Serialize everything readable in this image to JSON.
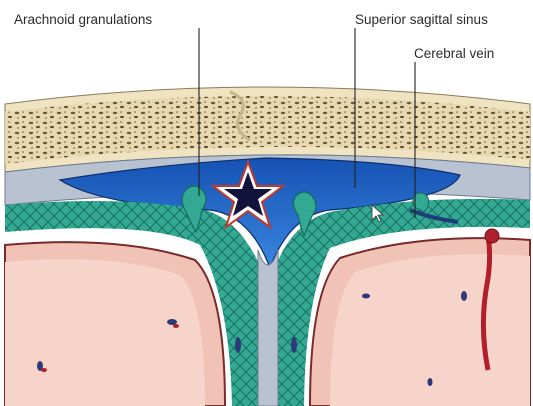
{
  "labels": {
    "arachnoid_granulations": "Arachnoid granulations",
    "superior_sagittal_sinus": "Superior sagittal sinus",
    "cerebral_vein": "Cerebral vein"
  },
  "colors": {
    "bone": "#e7d8b0",
    "bone_pattern": "#6b5a3e",
    "dura": "#b9c2d1",
    "sinus": "#1e63c4",
    "arachnoid": "#2a9a86",
    "brain": "#f1c3b6",
    "pia": "#7a2a2a",
    "star_fill": "#12123a",
    "star_outline": "#ffffff",
    "star_border": "#c0392b"
  }
}
